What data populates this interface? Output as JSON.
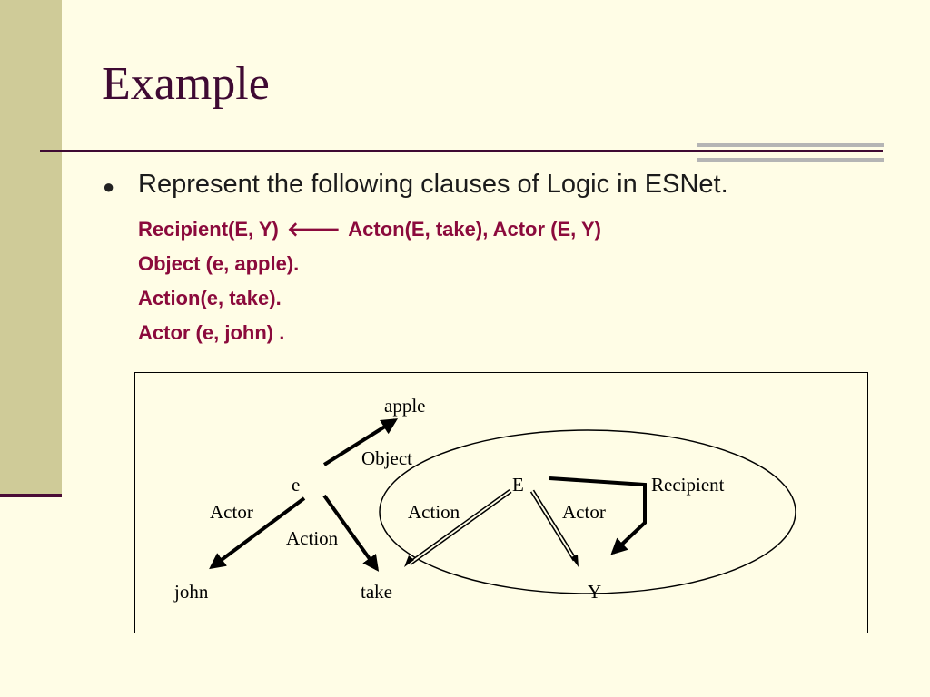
{
  "slide": {
    "title": "Example",
    "bullet_text": "Represent the following clauses of Logic in ESNet.",
    "clauses": [
      {
        "before": "Recipient(E, Y)",
        "arrow": "🡐",
        "after": "Acton(E, take), Actor (E, Y)"
      },
      {
        "before": "Object (e, apple).",
        "arrow": "",
        "after": ""
      },
      {
        "before": "Action(e, take).",
        "arrow": "",
        "after": ""
      },
      {
        "before": "Actor (e, john) .",
        "arrow": "",
        "after": ""
      }
    ]
  },
  "diagram": {
    "nodes": {
      "apple": "apple",
      "e": "e",
      "E": "E",
      "john": "john",
      "take": "take",
      "Y": "Y"
    },
    "edge_labels": {
      "object": "Object",
      "actor_e": "Actor",
      "action_e": "Action",
      "action_E": "Action",
      "actor_E": "Actor",
      "recipient": "Recipient"
    }
  },
  "colors": {
    "title": "#3f0a33",
    "clause_text": "#8b0a3c",
    "band": "#cfcb98",
    "background": "#fffde6"
  }
}
